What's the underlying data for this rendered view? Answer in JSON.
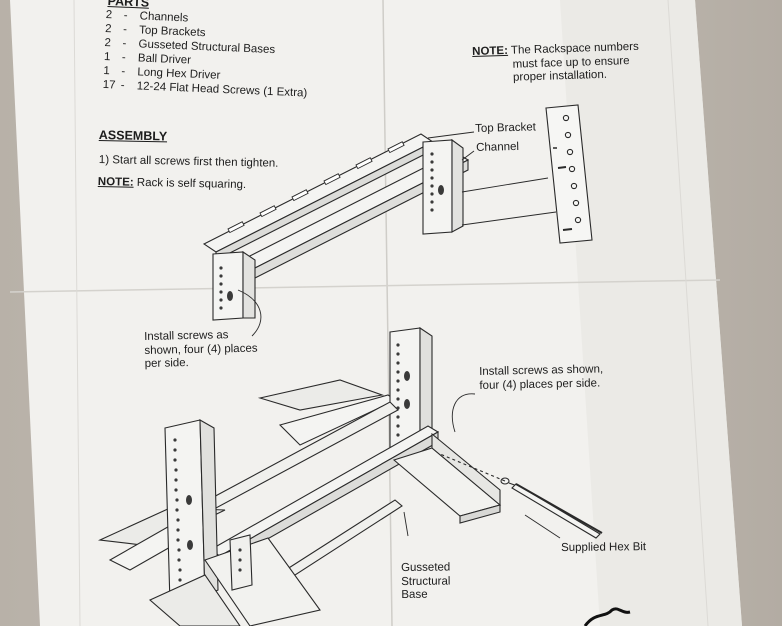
{
  "parts": {
    "heading": "PARTS",
    "items": [
      {
        "qty": "2",
        "desc": "Channels"
      },
      {
        "qty": "2",
        "desc": "Top Brackets"
      },
      {
        "qty": "2",
        "desc": "Gusseted Structural Bases"
      },
      {
        "qty": "1",
        "desc": "Ball Driver"
      },
      {
        "qty": "1",
        "desc": "Long Hex Driver"
      },
      {
        "qty": "17",
        "desc": "12-24 Flat Head Screws (1 Extra)"
      }
    ]
  },
  "note_top": {
    "label": "NOTE:",
    "line1": "The Rackspace numbers",
    "line2": "must face up to ensure",
    "line3": "proper installation."
  },
  "assembly": {
    "heading": "ASSEMBLY",
    "step1": "1) Start all screws first then tighten.",
    "note_label": "NOTE:",
    "note_text": "Rack is self squaring."
  },
  "callouts": {
    "top_bracket": "Top Bracket",
    "channel": "Channel",
    "install_left_1": "Install screws as",
    "install_left_2": "shown, four (4) places",
    "install_left_3": "per side.",
    "install_right_1": "Install screws as shown,",
    "install_right_2": "four (4) places per side.",
    "hex_bit": "Supplied Hex Bit",
    "base_1": "Gusseted",
    "base_2": "Structural",
    "base_3": "Base"
  }
}
